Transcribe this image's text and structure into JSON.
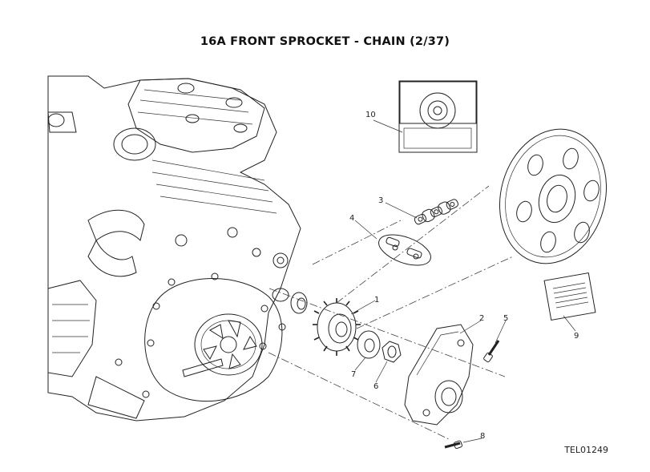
{
  "title": "16A FRONT SPROCKET - CHAIN (2/37)",
  "reference_code": "TEL01249",
  "callouts": [
    "1",
    "2",
    "3",
    "4",
    "5",
    "6",
    "7",
    "8",
    "9",
    "10"
  ],
  "colors": {
    "line": "#222222",
    "fill_light": "#f2f2f2",
    "fill_mid": "#d9d9d9",
    "fill_dark": "#8a8a8a"
  }
}
